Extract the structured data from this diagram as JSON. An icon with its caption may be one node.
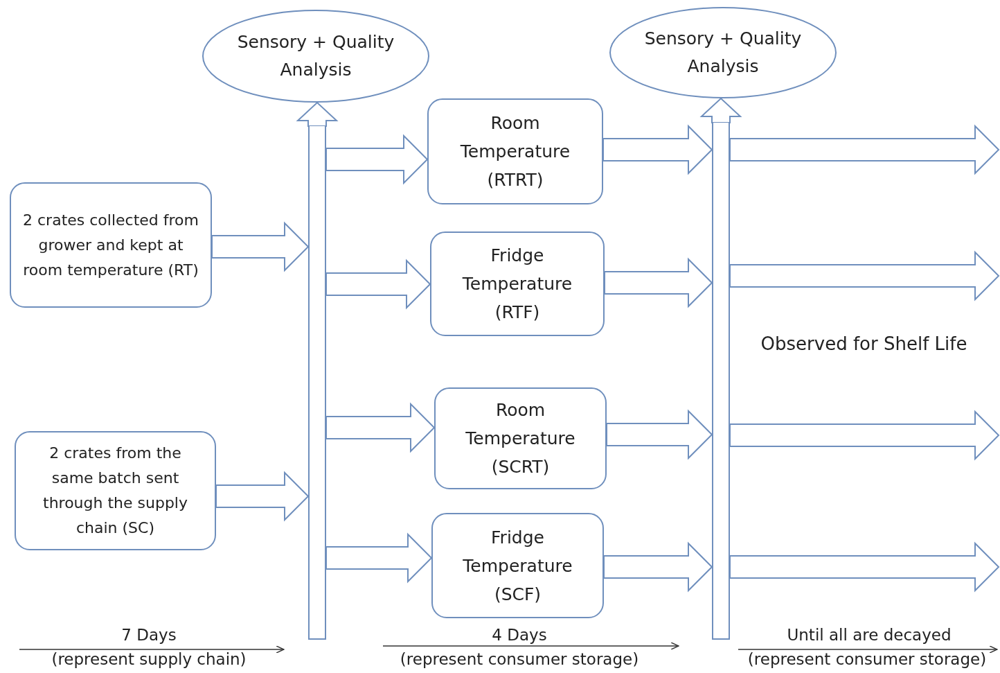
{
  "diagram": {
    "nodes": [
      {
        "text": [
          "Sensory + Quality Analysis"
        ]
      },
      {
        "text": [
          "Sensory + Quality Analysis"
        ]
      },
      {
        "text": [
          "2 crates collected from grower and kept at room temperature (RT)"
        ]
      },
      {
        "text": [
          "2 crates from the same batch sent through the supply chain (SC)"
        ]
      },
      {
        "text": [],
        "shape": "bar"
      },
      {
        "text": [
          "Room Temperature (RTRT)"
        ]
      },
      {
        "text": [
          "Fridge Temperature (RTF)"
        ]
      },
      {
        "text": [
          "Room Temperature (SCRT)"
        ]
      },
      {
        "text": [
          "Fridge Temperature (SCF)"
        ]
      },
      {
        "text": [],
        "shape": "bar"
      }
    ],
    "edges": [
      {
        "from": 4,
        "to": 0,
        "arrow": "to"
      },
      {
        "from": 2,
        "to": 4,
        "arrow": "to"
      },
      {
        "from": 3,
        "to": 4,
        "arrow": "to"
      },
      {
        "from": 4,
        "to": 5,
        "arrow": "to"
      },
      {
        "from": 4,
        "to": 6,
        "arrow": "to"
      },
      {
        "from": 4,
        "to": 7,
        "arrow": "to"
      },
      {
        "from": 4,
        "to": 8,
        "arrow": "to"
      },
      {
        "from": 5,
        "to": 9,
        "arrow": "to"
      },
      {
        "from": 6,
        "to": 9,
        "arrow": "to"
      },
      {
        "from": 7,
        "to": 9,
        "arrow": "to"
      },
      {
        "from": 8,
        "to": 9,
        "arrow": "to"
      },
      {
        "from": 9,
        "to": 1,
        "arrow": "to"
      },
      {
        "from": 9,
        "to": null,
        "arrow": "to"
      },
      {
        "from": 9,
        "to": null,
        "arrow": "to"
      },
      {
        "from": 9,
        "to": null,
        "arrow": "to"
      },
      {
        "from": 9,
        "to": null,
        "arrow": "to"
      }
    ],
    "labels": [
      "Observed for Shelf Life",
      "7 Days",
      "(represent supply chain)",
      "4 Days",
      "(represent consumer storage)",
      "Until all are decayed",
      "(represent consumer storage)"
    ]
  }
}
